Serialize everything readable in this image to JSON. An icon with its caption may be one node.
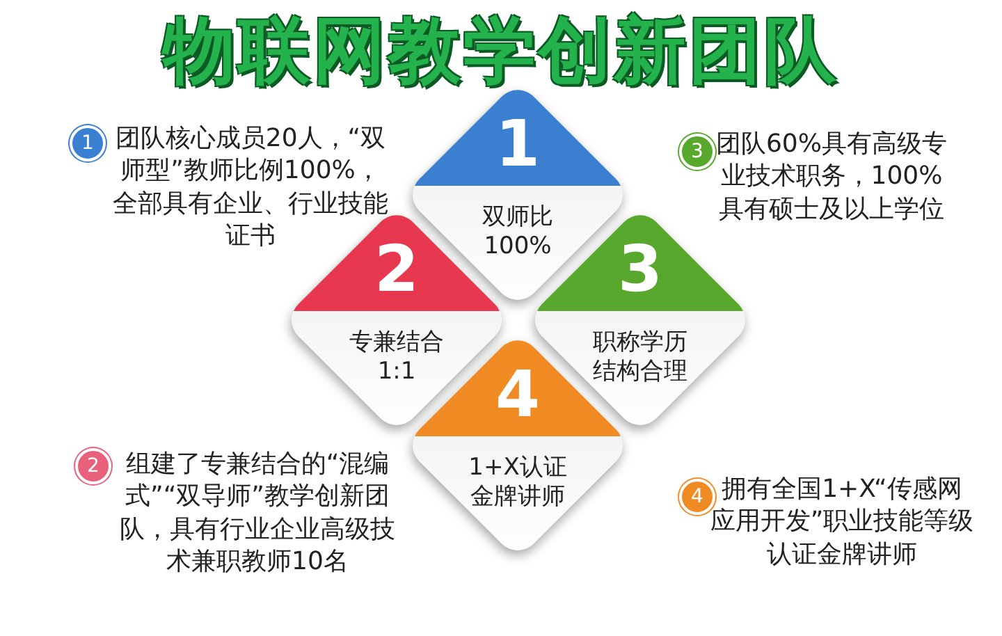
{
  "diagram": {
    "title": "物联网教学创新团队",
    "nodes": [
      {
        "text": [
          "1"
        ],
        "beside": [
          "团队核心成员20人，“双师型”教师比例100%，全部具有企业、行业技能证书"
        ]
      },
      {
        "text": [
          "1",
          "双师比100%"
        ]
      },
      {
        "text": [
          "3"
        ],
        "beside": [
          "团队60%具有高级专业技术职务，100%具有硕士及以上学位"
        ]
      },
      {
        "text": [
          "2",
          "专兼结合1:1"
        ]
      },
      {
        "text": [
          "3",
          "职称学历结构合理"
        ]
      },
      {
        "text": [
          "4",
          "1+X认证金牌讲师"
        ]
      },
      {
        "text": [
          "2"
        ],
        "beside": [
          "组建了专兼结合的“混编式”“双导师”教学创新团队，具有行业企业高级技术兼职教师10名"
        ]
      },
      {
        "text": [
          "4"
        ],
        "beside": [
          "拥有全国1+X“传感网应用开发”职业技能等级认证金牌讲师"
        ]
      }
    ],
    "edges": []
  }
}
